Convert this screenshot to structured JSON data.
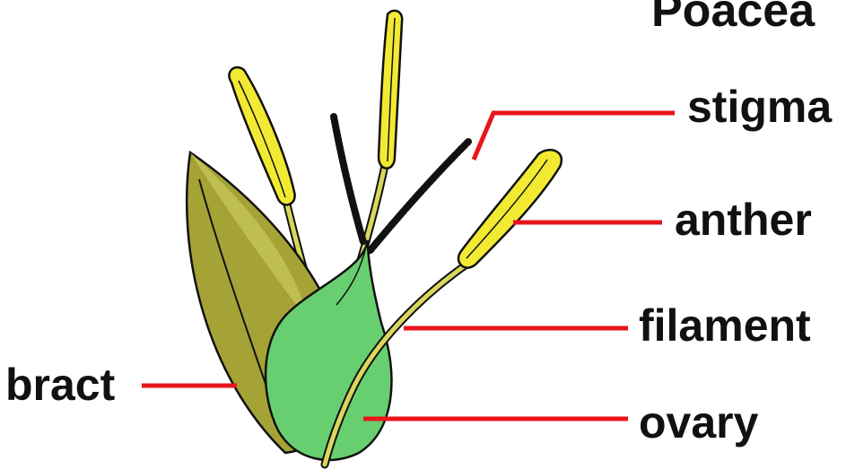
{
  "diagram": {
    "title": "Poacea",
    "labels": {
      "stigma": "stigma",
      "anther": "anther",
      "filament": "filament",
      "ovary": "ovary",
      "bract": "bract"
    },
    "colors": {
      "leader_line": "#e8141c",
      "bract_fill": "#a5a336",
      "bract_light": "#c6c45a",
      "ovary_fill": "#68cf70",
      "anther_fill": "#f2ea32",
      "filament_fill": "#d9d75c",
      "stigma_fill": "#222222",
      "outline": "#111111"
    }
  }
}
